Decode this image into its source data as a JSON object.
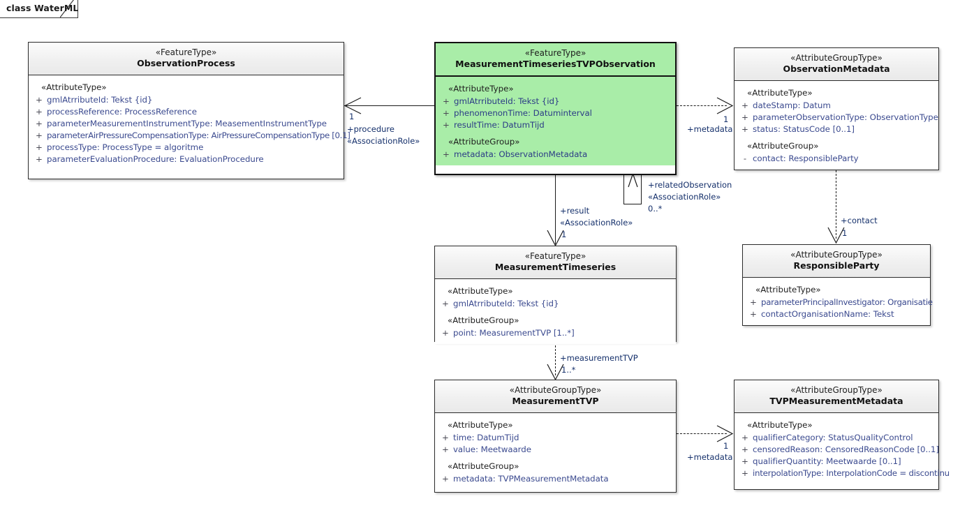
{
  "diagram": {
    "frame_label": "class WaterML",
    "accent_green": "#a9eda8",
    "text_blue": "#3b4a8f"
  },
  "classes": {
    "observation_process": {
      "stereotype": "«FeatureType»",
      "name": "ObservationProcess",
      "sections": [
        {
          "group": "«AttributeType»",
          "attributes": [
            {
              "vis": "+",
              "text": "gmlAtrributeId: Tekst {id}"
            },
            {
              "vis": "+",
              "text": "processReference: ProcessReference"
            },
            {
              "vis": "+",
              "text": "parameterMeasurementInstrumentType: MeasementInstrumentType"
            },
            {
              "vis": "+",
              "text": "parameterAirPressureCompensationType: AirPressureCompensationType [0.1]"
            },
            {
              "vis": "+",
              "text": "processType: ProcessType = algoritme"
            },
            {
              "vis": "+",
              "text": "parameterEvaluationProcedure: EvaluationProcedure"
            }
          ]
        }
      ]
    },
    "mts_tvp_observation": {
      "stereotype": "«FeatureType»",
      "name": "MeasurementTimeseriesTVPObservation",
      "sections": [
        {
          "group": "«AttributeType»",
          "attributes": [
            {
              "vis": "+",
              "text": "gmlAtrributeId: Tekst {id}"
            },
            {
              "vis": "+",
              "text": "phenomenonTime: Datuminterval"
            },
            {
              "vis": "+",
              "text": "resultTime: DatumTijd"
            }
          ]
        },
        {
          "group": "«AttributeGroup»",
          "attributes": [
            {
              "vis": "+",
              "text": "metadata: ObservationMetadata"
            }
          ]
        }
      ]
    },
    "observation_metadata": {
      "stereotype": "«AttributeGroupType»",
      "name": "ObservationMetadata",
      "sections": [
        {
          "group": "«AttributeType»",
          "attributes": [
            {
              "vis": "+",
              "text": "dateStamp: Datum"
            },
            {
              "vis": "+",
              "text": "parameterObservationType: ObservationType"
            },
            {
              "vis": "+",
              "text": "status: StatusCode [0..1]"
            }
          ]
        },
        {
          "group": "«AttributeGroup»",
          "attributes": [
            {
              "vis": "-",
              "text": "contact: ResponsibleParty"
            }
          ]
        }
      ]
    },
    "measurement_timeseries": {
      "stereotype": "«FeatureType»",
      "name": "MeasurementTimeseries",
      "sections": [
        {
          "group": "«AttributeType»",
          "attributes": [
            {
              "vis": "+",
              "text": "gmlAtrributeId: Tekst {id}"
            }
          ]
        },
        {
          "group": "«AttributeGroup»",
          "attributes": [
            {
              "vis": "+",
              "text": "point: MeasurementTVP [1..*]"
            }
          ]
        }
      ]
    },
    "responsible_party": {
      "stereotype": "«AttributeGroupType»",
      "name": "ResponsibleParty",
      "sections": [
        {
          "group": "«AttributeType»",
          "attributes": [
            {
              "vis": "+",
              "text": "parameterPrincipalInvestigator: Organisatie"
            },
            {
              "vis": "+",
              "text": "contactOrganisationName: Tekst"
            }
          ]
        }
      ]
    },
    "measurement_tvp": {
      "stereotype": "«AttributeGroupType»",
      "name": "MeasurementTVP",
      "sections": [
        {
          "group": "«AttributeType»",
          "attributes": [
            {
              "vis": "+",
              "text": "time: DatumTijd"
            },
            {
              "vis": "+",
              "text": "value: Meetwaarde"
            }
          ]
        },
        {
          "group": "«AttributeGroup»",
          "attributes": [
            {
              "vis": "+",
              "text": "metadata: TVPMeasurementMetadata"
            }
          ]
        }
      ]
    },
    "tvp_measurement_metadata": {
      "stereotype": "«AttributeGroupType»",
      "name": "TVPMeasurementMetadata",
      "sections": [
        {
          "group": "«AttributeType»",
          "attributes": [
            {
              "vis": "+",
              "text": "qualifierCategory: StatusQualityControl"
            },
            {
              "vis": "+",
              "text": "censoredReason: CensoredReasonCode [0..1]"
            },
            {
              "vis": "+",
              "text": "qualifierQuantity: Meetwaarde [0..1]"
            },
            {
              "vis": "+",
              "text": "interpolationType: InterpolationCode = discontinu"
            }
          ]
        }
      ]
    }
  },
  "connectors": {
    "procedure": {
      "mult": "1",
      "role": "+procedure",
      "stereotype": "«AssociationRole»"
    },
    "observation_metadata_link": {
      "mult": "1",
      "role": "+metadata"
    },
    "related_observation": {
      "role": "+relatedObservation",
      "stereotype": "«AssociationRole»",
      "mult": "0..*"
    },
    "result": {
      "role": "+result",
      "stereotype": "«AssociationRole»",
      "mult": "1"
    },
    "contact": {
      "role": "+contact",
      "mult": "1"
    },
    "measurement_tvp_link": {
      "role": "+measurementTVP",
      "mult": "1..*"
    },
    "tvp_metadata_link": {
      "mult": "1",
      "role": "+metadata"
    }
  }
}
